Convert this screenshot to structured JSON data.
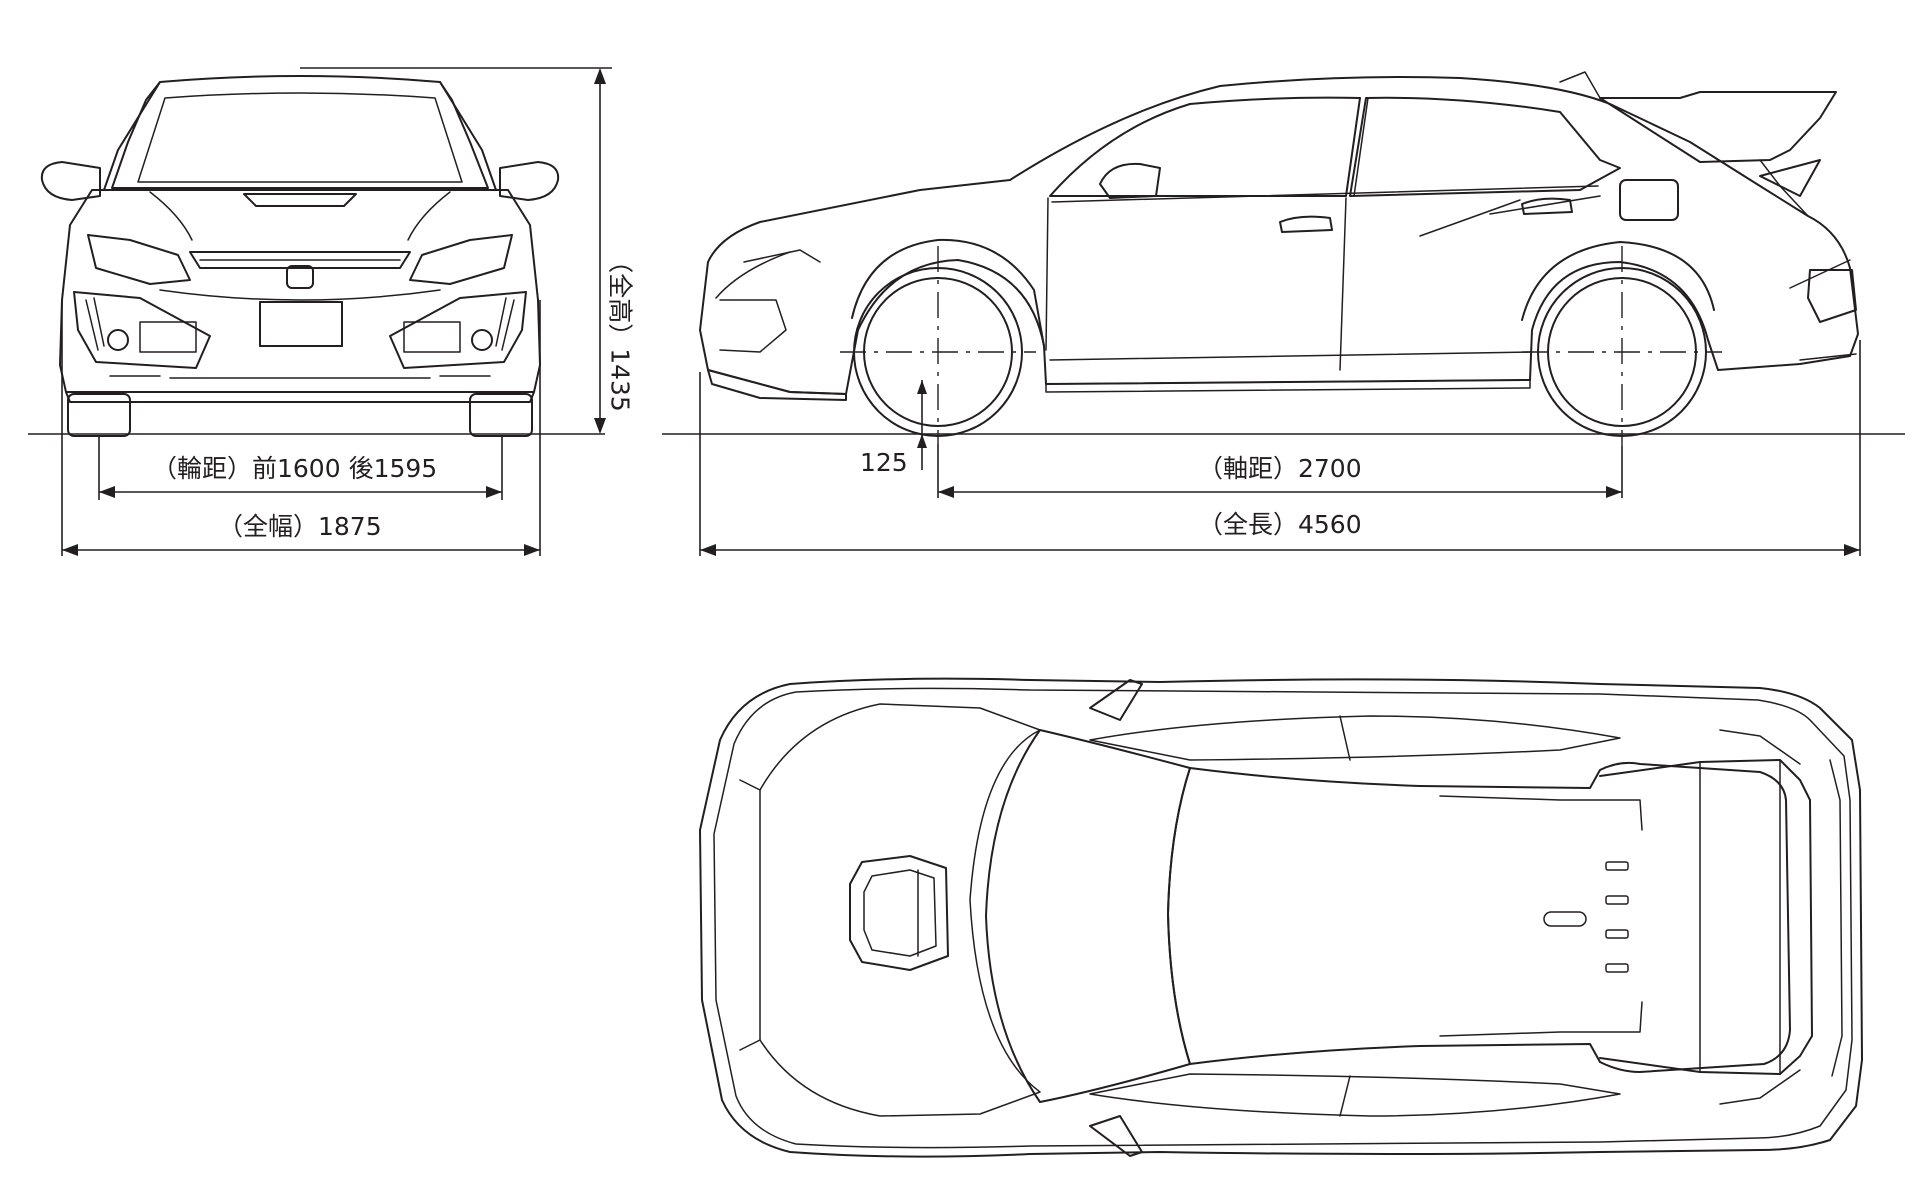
{
  "dimensions": {
    "track": {
      "label": "（輪距）前1600 後1595",
      "front_mm": 1600,
      "rear_mm": 1595
    },
    "overall_width": {
      "label": "（全幅）1875",
      "value_mm": 1875
    },
    "overall_height": {
      "label": "（全高）1435",
      "value_mm": 1435
    },
    "ground_clearance": {
      "label": "125",
      "value_mm": 125
    },
    "wheelbase": {
      "label": "（軸距）2700",
      "value_mm": 2700
    },
    "overall_length": {
      "label": "（全長）4560",
      "value_mm": 4560
    }
  },
  "colors": {
    "line": "#231f20",
    "background": "#ffffff"
  }
}
